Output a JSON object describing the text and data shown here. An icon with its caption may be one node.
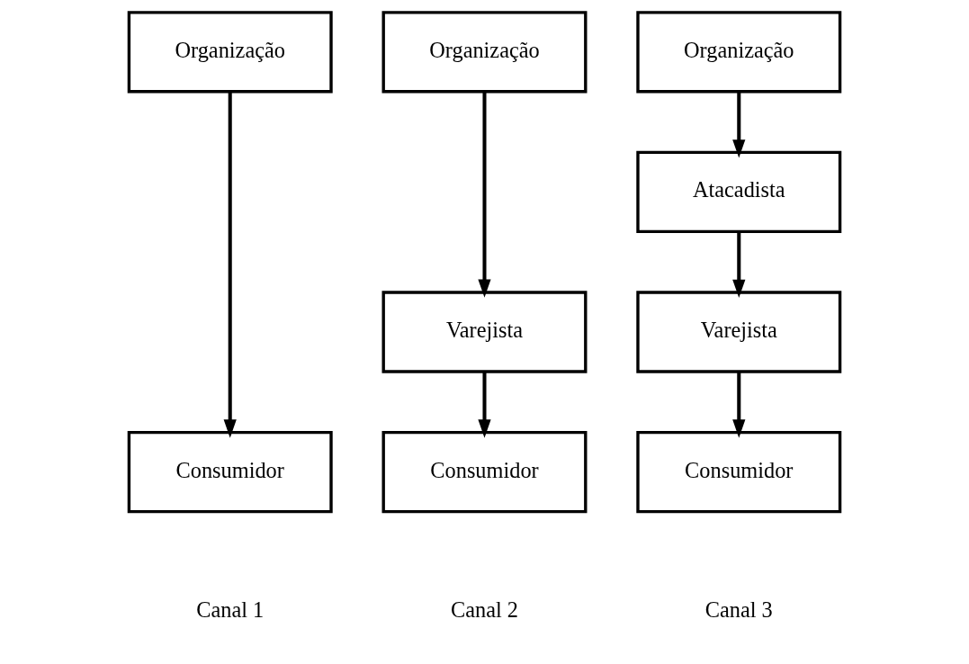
{
  "diagram": {
    "nodes": [
      {
        "text": [
          "Organização"
        ]
      },
      {
        "text": [
          "Consumidor"
        ]
      },
      {
        "text": [
          "Organização"
        ]
      },
      {
        "text": [
          "Varejista"
        ]
      },
      {
        "text": [
          "Consumidor"
        ]
      },
      {
        "text": [
          "Organização"
        ]
      },
      {
        "text": [
          "Atacadista"
        ]
      },
      {
        "text": [
          "Varejista"
        ]
      },
      {
        "text": [
          "Consumidor"
        ]
      }
    ],
    "edges": [
      {
        "from": 0,
        "to": 1,
        "arrow": "to"
      },
      {
        "from": 2,
        "to": 3,
        "arrow": "to"
      },
      {
        "from": 3,
        "to": 4,
        "arrow": "to"
      },
      {
        "from": 5,
        "to": 6,
        "arrow": "to"
      },
      {
        "from": 6,
        "to": 7,
        "arrow": "to"
      },
      {
        "from": 7,
        "to": 8,
        "arrow": "to"
      }
    ],
    "labels": [
      "Canal 1",
      "Canal 2",
      "Canal 3"
    ]
  }
}
